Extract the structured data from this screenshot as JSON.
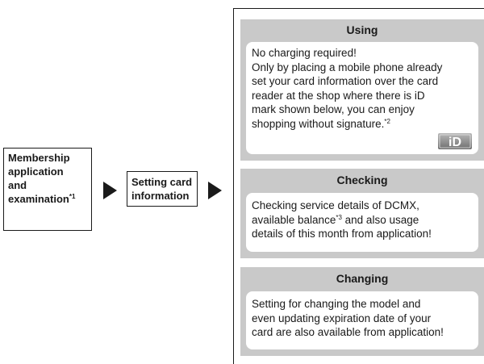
{
  "steps": {
    "membership_lines": [
      "Membership",
      "application",
      "and",
      "examination"
    ],
    "membership_note": "*1",
    "setting_lines": [
      "Setting card",
      "information"
    ]
  },
  "panels": {
    "using": {
      "title": "Using",
      "lines": [
        "No charging required!",
        "Only by placing a mobile phone already",
        "set your card information over the card",
        "reader at the shop where there is iD",
        "mark shown below, you can enjoy",
        "shopping without signature."
      ],
      "note": "*2",
      "logo_text": "iD"
    },
    "checking": {
      "title": "Checking",
      "line1": "Checking service details of DCMX,",
      "line2_before": "available balance",
      "line2_note": "*3",
      "line2_after": " and also usage",
      "line3": "details of this month from application!"
    },
    "changing": {
      "title": "Changing",
      "lines": [
        "Setting for changing the model and",
        "even updating expiration date of your",
        "card are also available from application!"
      ]
    }
  },
  "colors": {
    "panel_bg": "#c9c9c9",
    "inner_bg": "#ffffff",
    "line": "#1a1a1a"
  }
}
